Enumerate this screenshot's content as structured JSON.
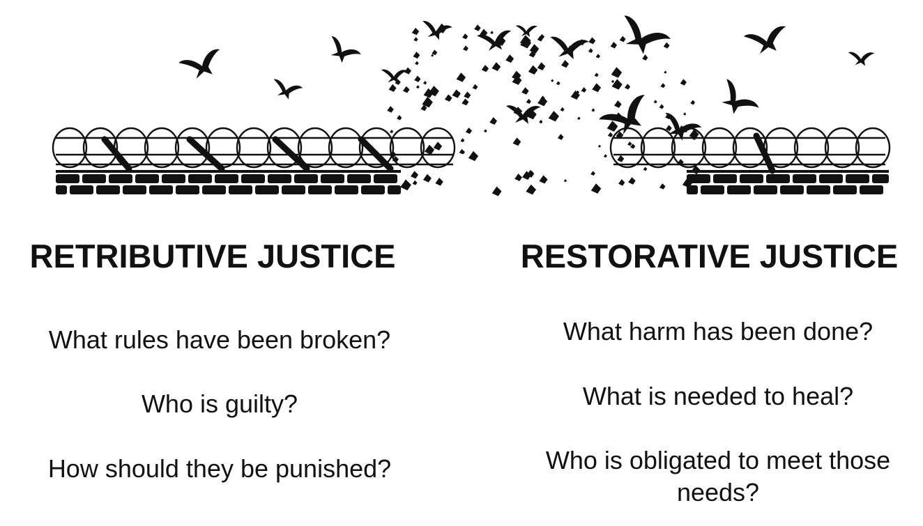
{
  "retributive": {
    "title": "RETRIBUTIVE JUSTICE",
    "questions": [
      "What rules have been broken?",
      "Who is guilty?",
      "How should they be punished?"
    ]
  },
  "restorative": {
    "title": "RESTORATIVE JUSTICE",
    "questions": [
      "What harm has been done?",
      "What is needed to heal?",
      "Who is obligated to meet those needs?"
    ]
  },
  "illustration": {
    "subject": "barbed-wire-wall-breaking-into-birds",
    "color": "#111111"
  }
}
